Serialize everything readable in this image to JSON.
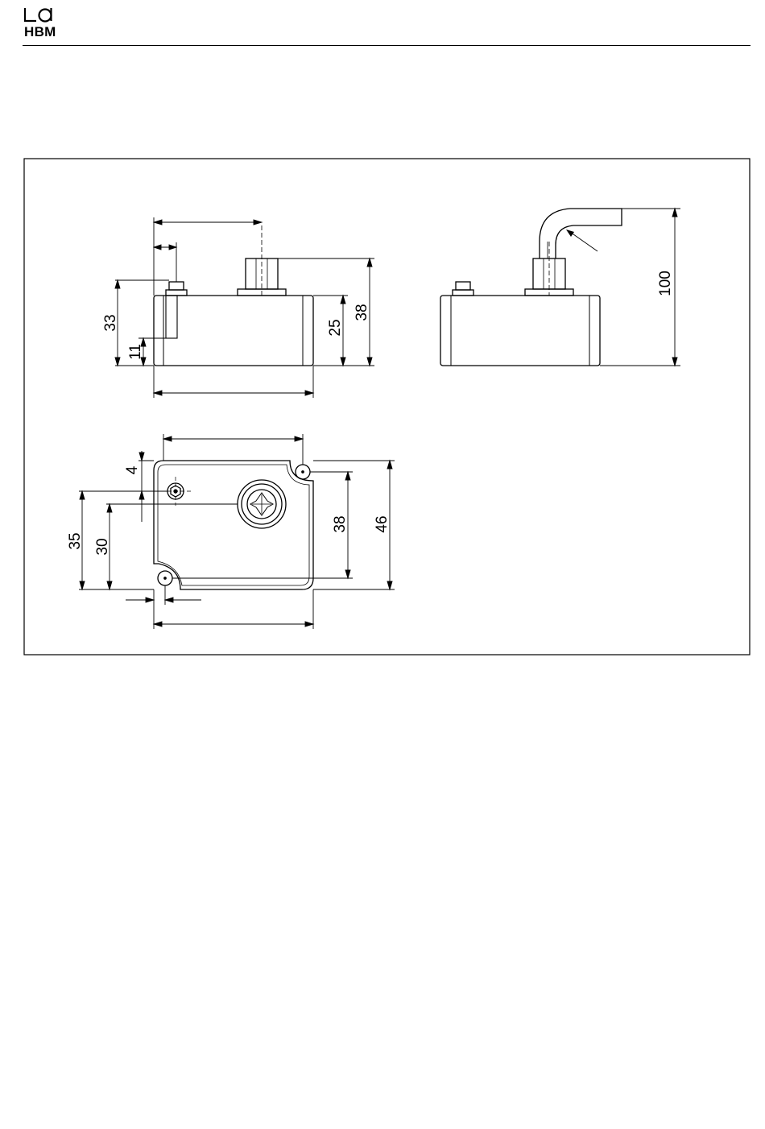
{
  "logo": {
    "text": "HBM",
    "icon": "hbm-logo-icon"
  },
  "dimensions": {
    "side_view": {
      "height_total": "33",
      "height_lower": "11",
      "height_body": "25",
      "height_connector": "38"
    },
    "right_view": {
      "height_cable": "100"
    },
    "top_view": {
      "offset_small": "4",
      "height_35": "35",
      "height_30": "30",
      "hole_spacing": "38",
      "depth_total": "46"
    }
  },
  "colors": {
    "line": "#000000",
    "background": "#ffffff"
  }
}
